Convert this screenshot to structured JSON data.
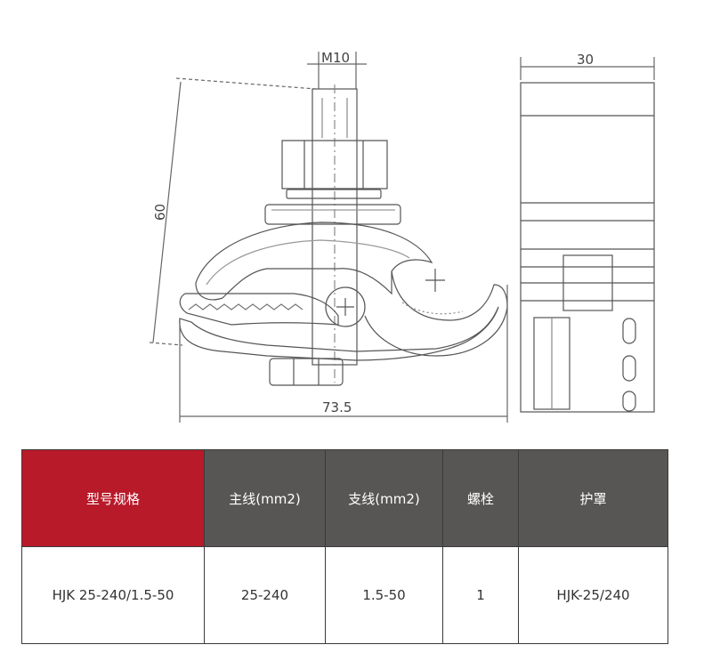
{
  "drawing": {
    "dim_bolt": "M10",
    "dim_width": "30",
    "dim_height": "60",
    "dim_length": "73.5"
  },
  "table": {
    "headers": [
      "型号规格",
      "主线(mm2)",
      "支线(mm2)",
      "螺栓",
      "护罩"
    ],
    "rows": [
      [
        "HJK 25-240/1.5-50",
        "25-240",
        "1.5-50",
        "1",
        "HJK-25/240"
      ]
    ],
    "header_colors": {
      "first": "#b81a2a",
      "rest": "#585655"
    }
  }
}
